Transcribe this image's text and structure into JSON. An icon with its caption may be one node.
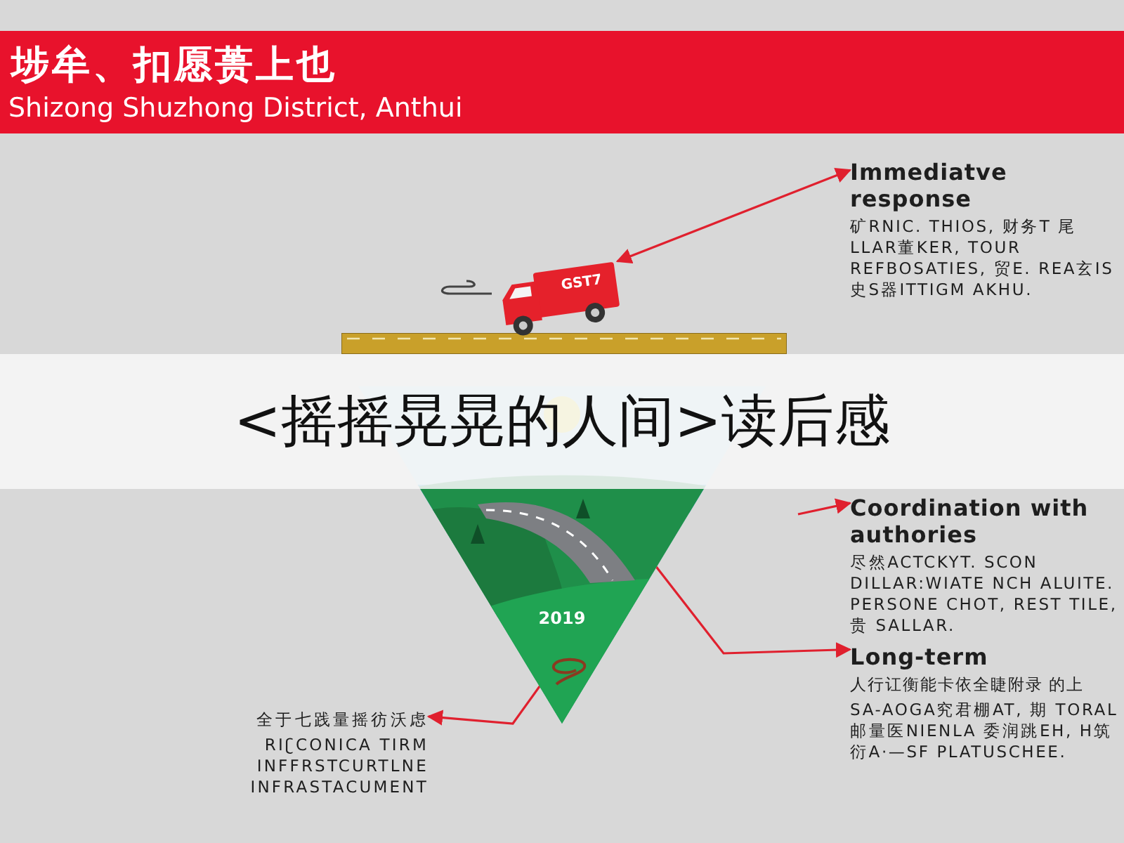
{
  "diagram": {
    "title": "埗牟、扣愿蒉上也",
    "nodes": [
      {
        "text": [
          "GST7"
        ]
      },
      {
        "text": [
          "Immediatve response",
          "矿RNIC. THIOS, 财务T 尾LLAR董KER, TOUR REFBOSATIES, 贸E. REA玄IS史S器ITTIGM AKHU."
        ]
      },
      {
        "text": [
          "2019"
        ]
      },
      {
        "text": [],
        "shape": "picture",
        "in": 2
      },
      {
        "text": [],
        "shape": "circle",
        "in": 2
      },
      {
        "text": [
          "Coordination with authories",
          "尽然ACTCKYT. SCON DILLAR:WIATE NCH ALUITE. PERSONE CHOT, REST TILE, 贵 SALLAR."
        ]
      },
      {
        "text": [
          "Long-term",
          "人行讧衡能卡依全睫附录 的上",
          "SA-AOGA究君棚AT, 期 TORAL邮量医NIENLA 委润跳EH, H筑衍A·—SF PLATUSCHEE."
        ]
      },
      {
        "text": [
          "全于七践量摇彷沃虑",
          "RIʗCONICA TIRM INFFRSTCURTLNE INFRASTACUMENT"
        ]
      }
    ],
    "edges": [
      {
        "from": 0,
        "to": 1,
        "arrow": "both"
      },
      {
        "from": null,
        "to": 5,
        "arrow": "to"
      },
      {
        "from": 3,
        "to": 6,
        "arrow": "both"
      },
      {
        "from": 4,
        "to": 7,
        "arrow": "to"
      }
    ],
    "labels": [
      "Shizong Shuzhong District, Anthui",
      "<摇摇晃晃的人间>读后感"
    ]
  }
}
